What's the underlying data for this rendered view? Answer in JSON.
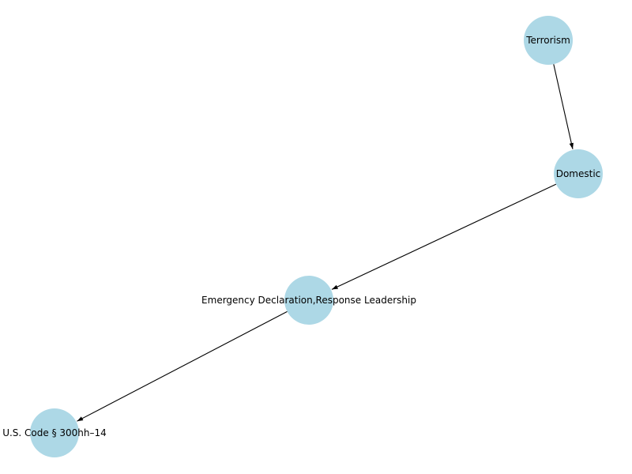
{
  "graph": {
    "nodes": [
      {
        "id": "terrorism",
        "label": "Terrorism"
      },
      {
        "id": "domestic",
        "label": "Domestic"
      },
      {
        "id": "emergency",
        "label": "Emergency Declaration,Response Leadership"
      },
      {
        "id": "code",
        "label": "U.S. Code § 300hh–14"
      }
    ],
    "edges": [
      {
        "from": "terrorism",
        "to": "domestic"
      },
      {
        "from": "domestic",
        "to": "emergency"
      },
      {
        "from": "emergency",
        "to": "code"
      }
    ],
    "node_color": "#add8e6",
    "edge_color": "#000000",
    "directed": true
  }
}
